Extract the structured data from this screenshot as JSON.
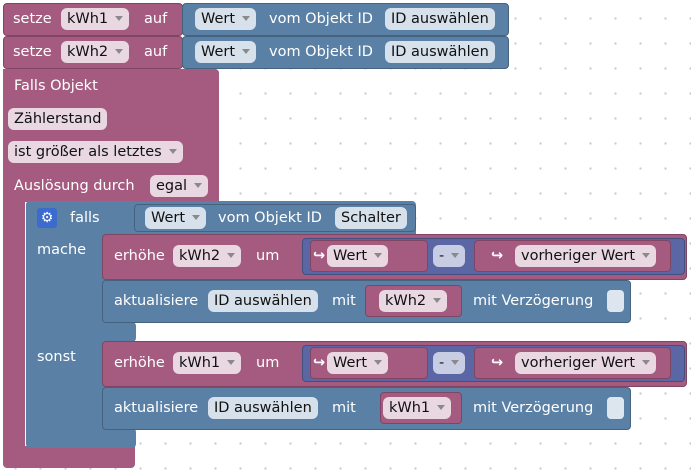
{
  "workspace": {
    "set_blocks": [
      {
        "keyword": "setze",
        "var": "kWh1",
        "on": "auf",
        "prop": "Wert",
        "from_object": "vom Objekt ID",
        "object_id": "ID auswählen"
      },
      {
        "keyword": "setze",
        "var": "kWh2",
        "on": "auf",
        "prop": "Wert",
        "from_object": "vom Objekt ID",
        "object_id": "ID auswählen"
      }
    ],
    "trigger": {
      "title": "Falls Objekt",
      "object": "Zählerstand",
      "condition": "ist größer als letztes",
      "cause_label": "Auslösung durch",
      "cause_value": "egal"
    },
    "if_block": {
      "falls": "falls",
      "prop": "Wert",
      "from_object": "vom Objekt ID",
      "object_id": "Schalter",
      "mache": "mache",
      "sonst": "sonst"
    },
    "then_branch": {
      "increase": {
        "keyword": "erhöhe",
        "var": "kWh2",
        "by": "um",
        "left": "Wert",
        "op": "-",
        "right": "vorheriger Wert"
      },
      "update": {
        "keyword": "aktualisiere",
        "object_id": "ID auswählen",
        "with": "mit",
        "var": "kWh2",
        "delay": "mit Verzögerung"
      }
    },
    "else_branch": {
      "increase": {
        "keyword": "erhöhe",
        "var": "kWh1",
        "by": "um",
        "left": "Wert",
        "op": "-",
        "right": "vorheriger Wert"
      },
      "update": {
        "keyword": "aktualisiere",
        "object_id": "ID auswählen",
        "with": "mit",
        "var": "kWh1",
        "delay": "mit Verzögerung"
      }
    },
    "icons": {
      "settings": "gear-icon",
      "dropdown": "chevron-down-icon",
      "hook": "hook-arrow-icon"
    },
    "colors": {
      "pink": "#a55b80",
      "blue": "#5b80a5",
      "pink_field": "#e9d8e2",
      "blue_field": "#d6e1ec"
    }
  }
}
